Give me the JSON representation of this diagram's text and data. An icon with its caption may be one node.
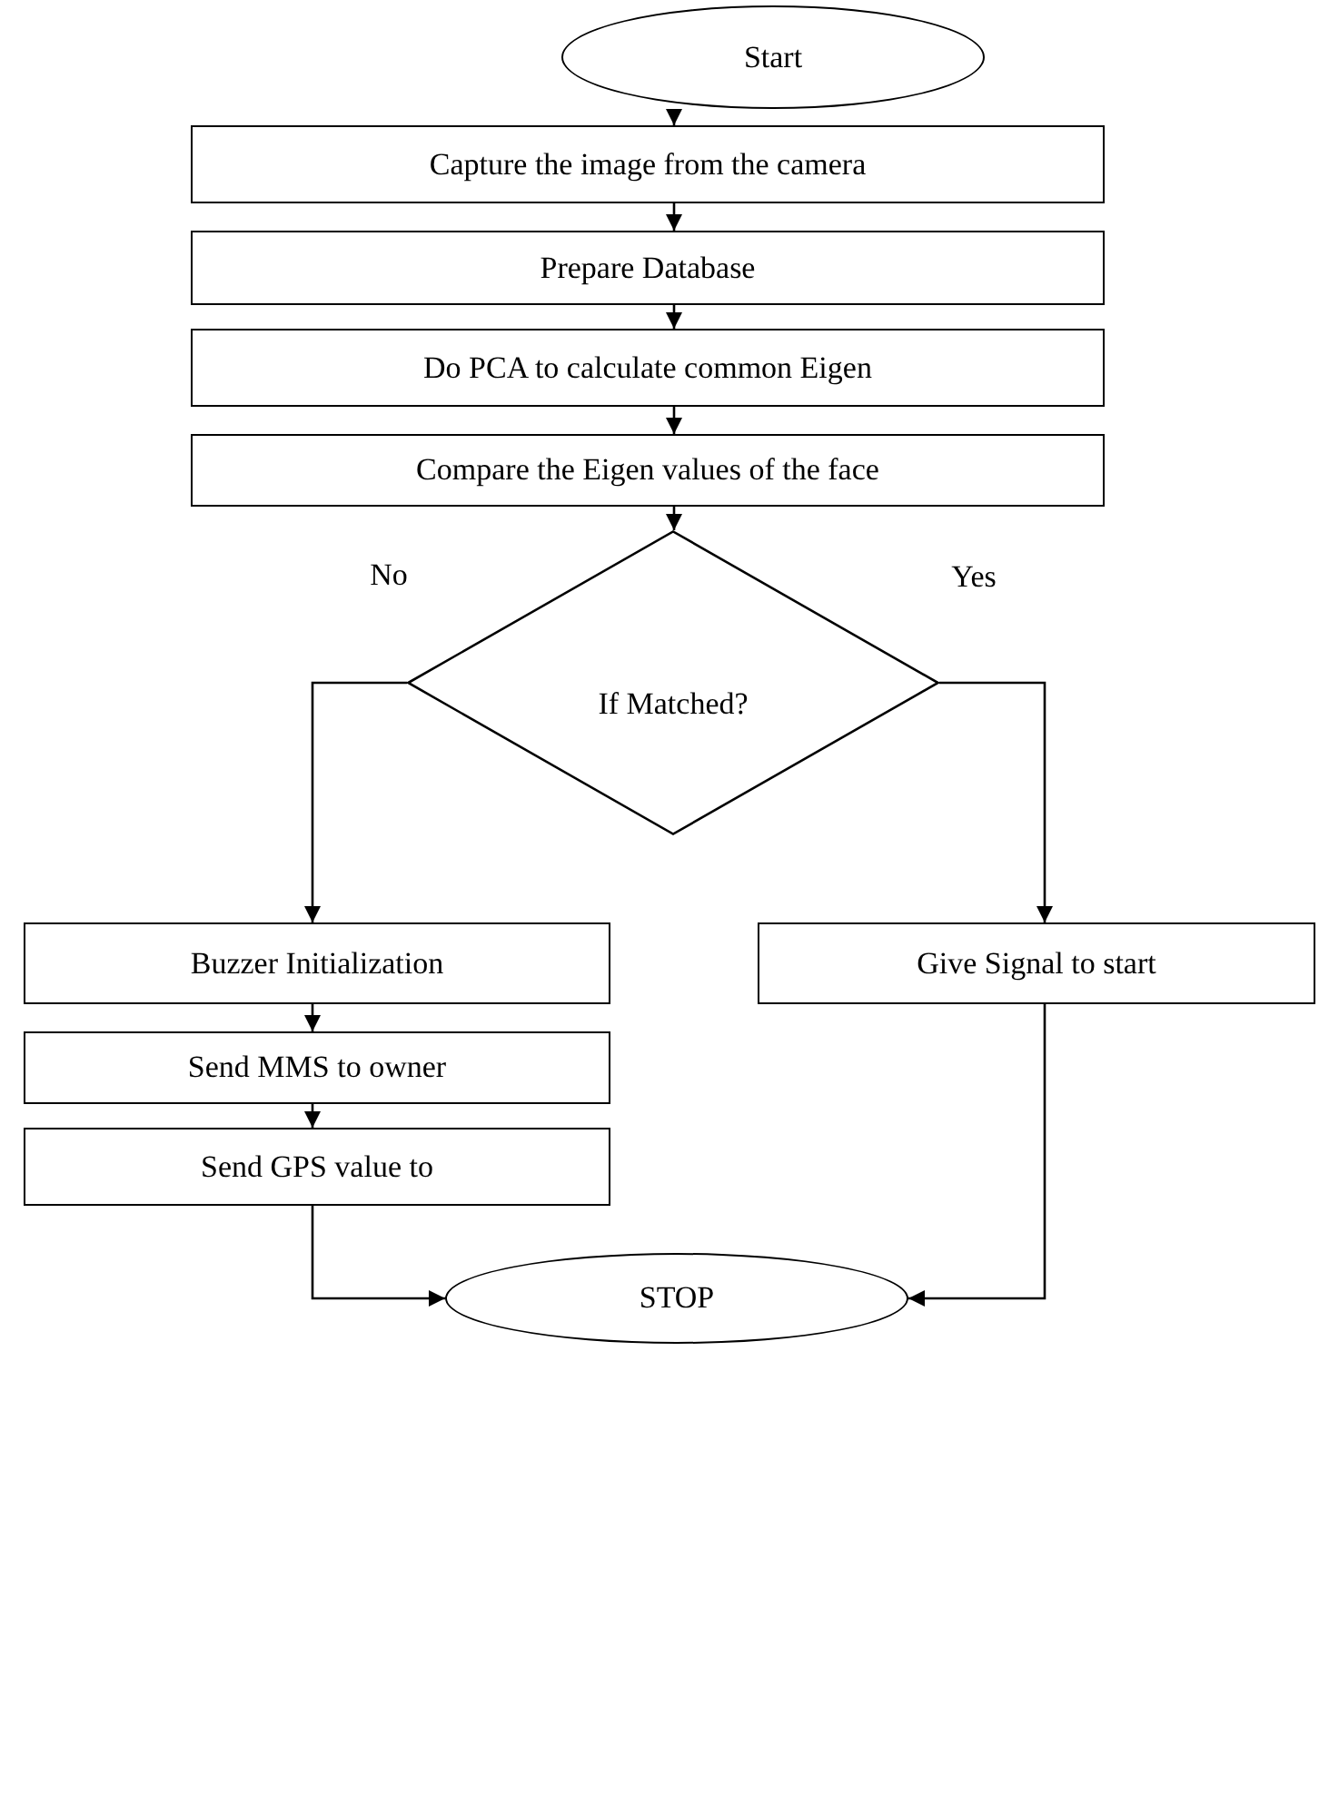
{
  "diagram": {
    "nodes": [
      {
        "text": [
          "Start"
        ]
      },
      {
        "text": [
          "Capture the image from the camera"
        ]
      },
      {
        "text": [
          "Prepare Database"
        ]
      },
      {
        "text": [
          "Do PCA to calculate common Eigen"
        ]
      },
      {
        "text": [
          "Compare the Eigen values of the face"
        ]
      },
      {
        "text": [
          "If Matched?"
        ]
      },
      {
        "text": [
          "Buzzer Initialization"
        ]
      },
      {
        "text": [
          "Give Signal to start"
        ]
      },
      {
        "text": [
          "Send MMS to owner"
        ]
      },
      {
        "text": [
          "Send GPS value to"
        ]
      },
      {
        "text": [
          "STOP"
        ]
      }
    ],
    "edges": [
      {
        "from": 0,
        "to": 1,
        "arrow": "to"
      },
      {
        "from": 1,
        "to": 2,
        "arrow": "to"
      },
      {
        "from": 2,
        "to": 3,
        "arrow": "to"
      },
      {
        "from": 3,
        "to": 4,
        "arrow": "to"
      },
      {
        "from": 4,
        "to": 5,
        "arrow": "to"
      },
      {
        "from": 5,
        "to": 6,
        "arrow": "to",
        "label": "No"
      },
      {
        "from": 5,
        "to": 7,
        "arrow": "to",
        "label": "Yes"
      },
      {
        "from": 6,
        "to": 8,
        "arrow": "to"
      },
      {
        "from": 8,
        "to": 9,
        "arrow": "to"
      },
      {
        "from": 9,
        "to": 10,
        "arrow": "to"
      },
      {
        "from": 7,
        "to": 10,
        "arrow": "to"
      }
    ]
  }
}
